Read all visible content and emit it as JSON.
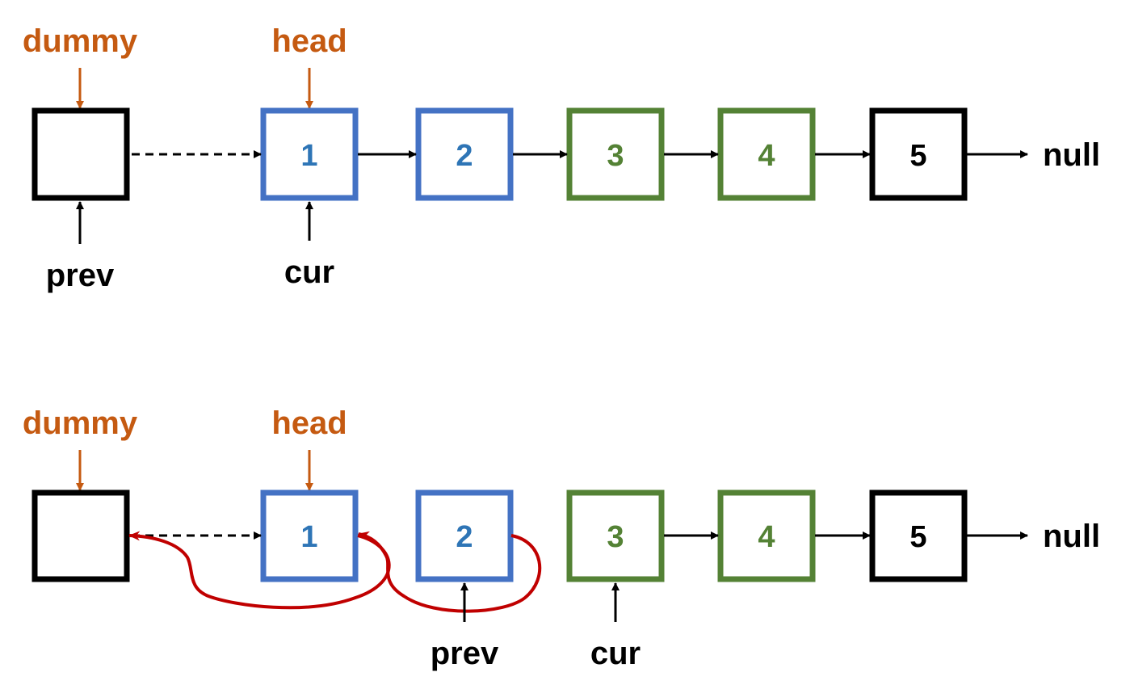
{
  "colors": {
    "blue": "#4472C4",
    "blue_text": "#2E75B6",
    "green": "#548235",
    "green_text": "#548235",
    "black": "#000000",
    "orange": "#C55A11",
    "red": "#C00000"
  },
  "top": {
    "dummy_label": "dummy",
    "head_label": "head",
    "prev_label": "prev",
    "cur_label": "cur",
    "null_label": "null",
    "nodes": [
      "",
      "1",
      "2",
      "3",
      "4",
      "5"
    ]
  },
  "bottom": {
    "dummy_label": "dummy",
    "head_label": "head",
    "prev_label": "prev",
    "cur_label": "cur",
    "null_label": "null",
    "nodes": [
      "",
      "1",
      "2",
      "3",
      "4",
      "5"
    ]
  }
}
